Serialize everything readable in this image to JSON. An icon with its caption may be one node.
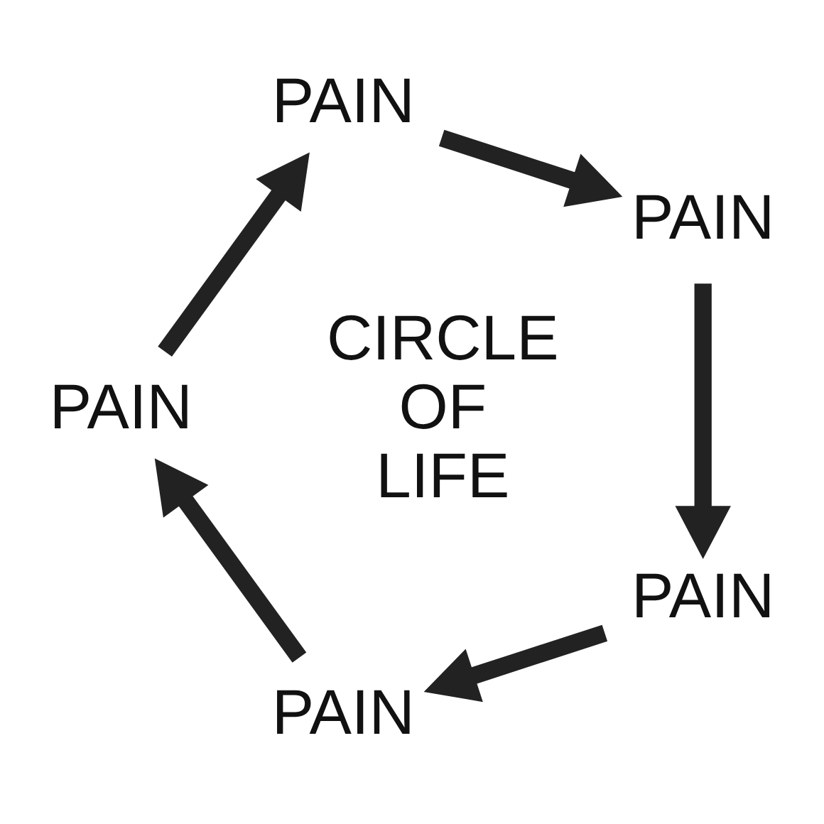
{
  "diagram": {
    "nodes": [
      {
        "text": [
          "PAIN"
        ]
      },
      {
        "text": [
          "PAIN"
        ]
      },
      {
        "text": [
          "PAIN"
        ]
      },
      {
        "text": [
          "PAIN"
        ]
      },
      {
        "text": [
          "PAIN"
        ]
      }
    ],
    "edges": [
      {
        "from": 0,
        "to": 1,
        "arrow": "to"
      },
      {
        "from": 1,
        "to": 2,
        "arrow": "to"
      },
      {
        "from": 2,
        "to": 3,
        "arrow": "to"
      },
      {
        "from": 3,
        "to": 4,
        "arrow": "to"
      },
      {
        "from": 4,
        "to": 0,
        "arrow": "to"
      }
    ],
    "labels": [
      "CIRCLE OF LIFE"
    ]
  }
}
